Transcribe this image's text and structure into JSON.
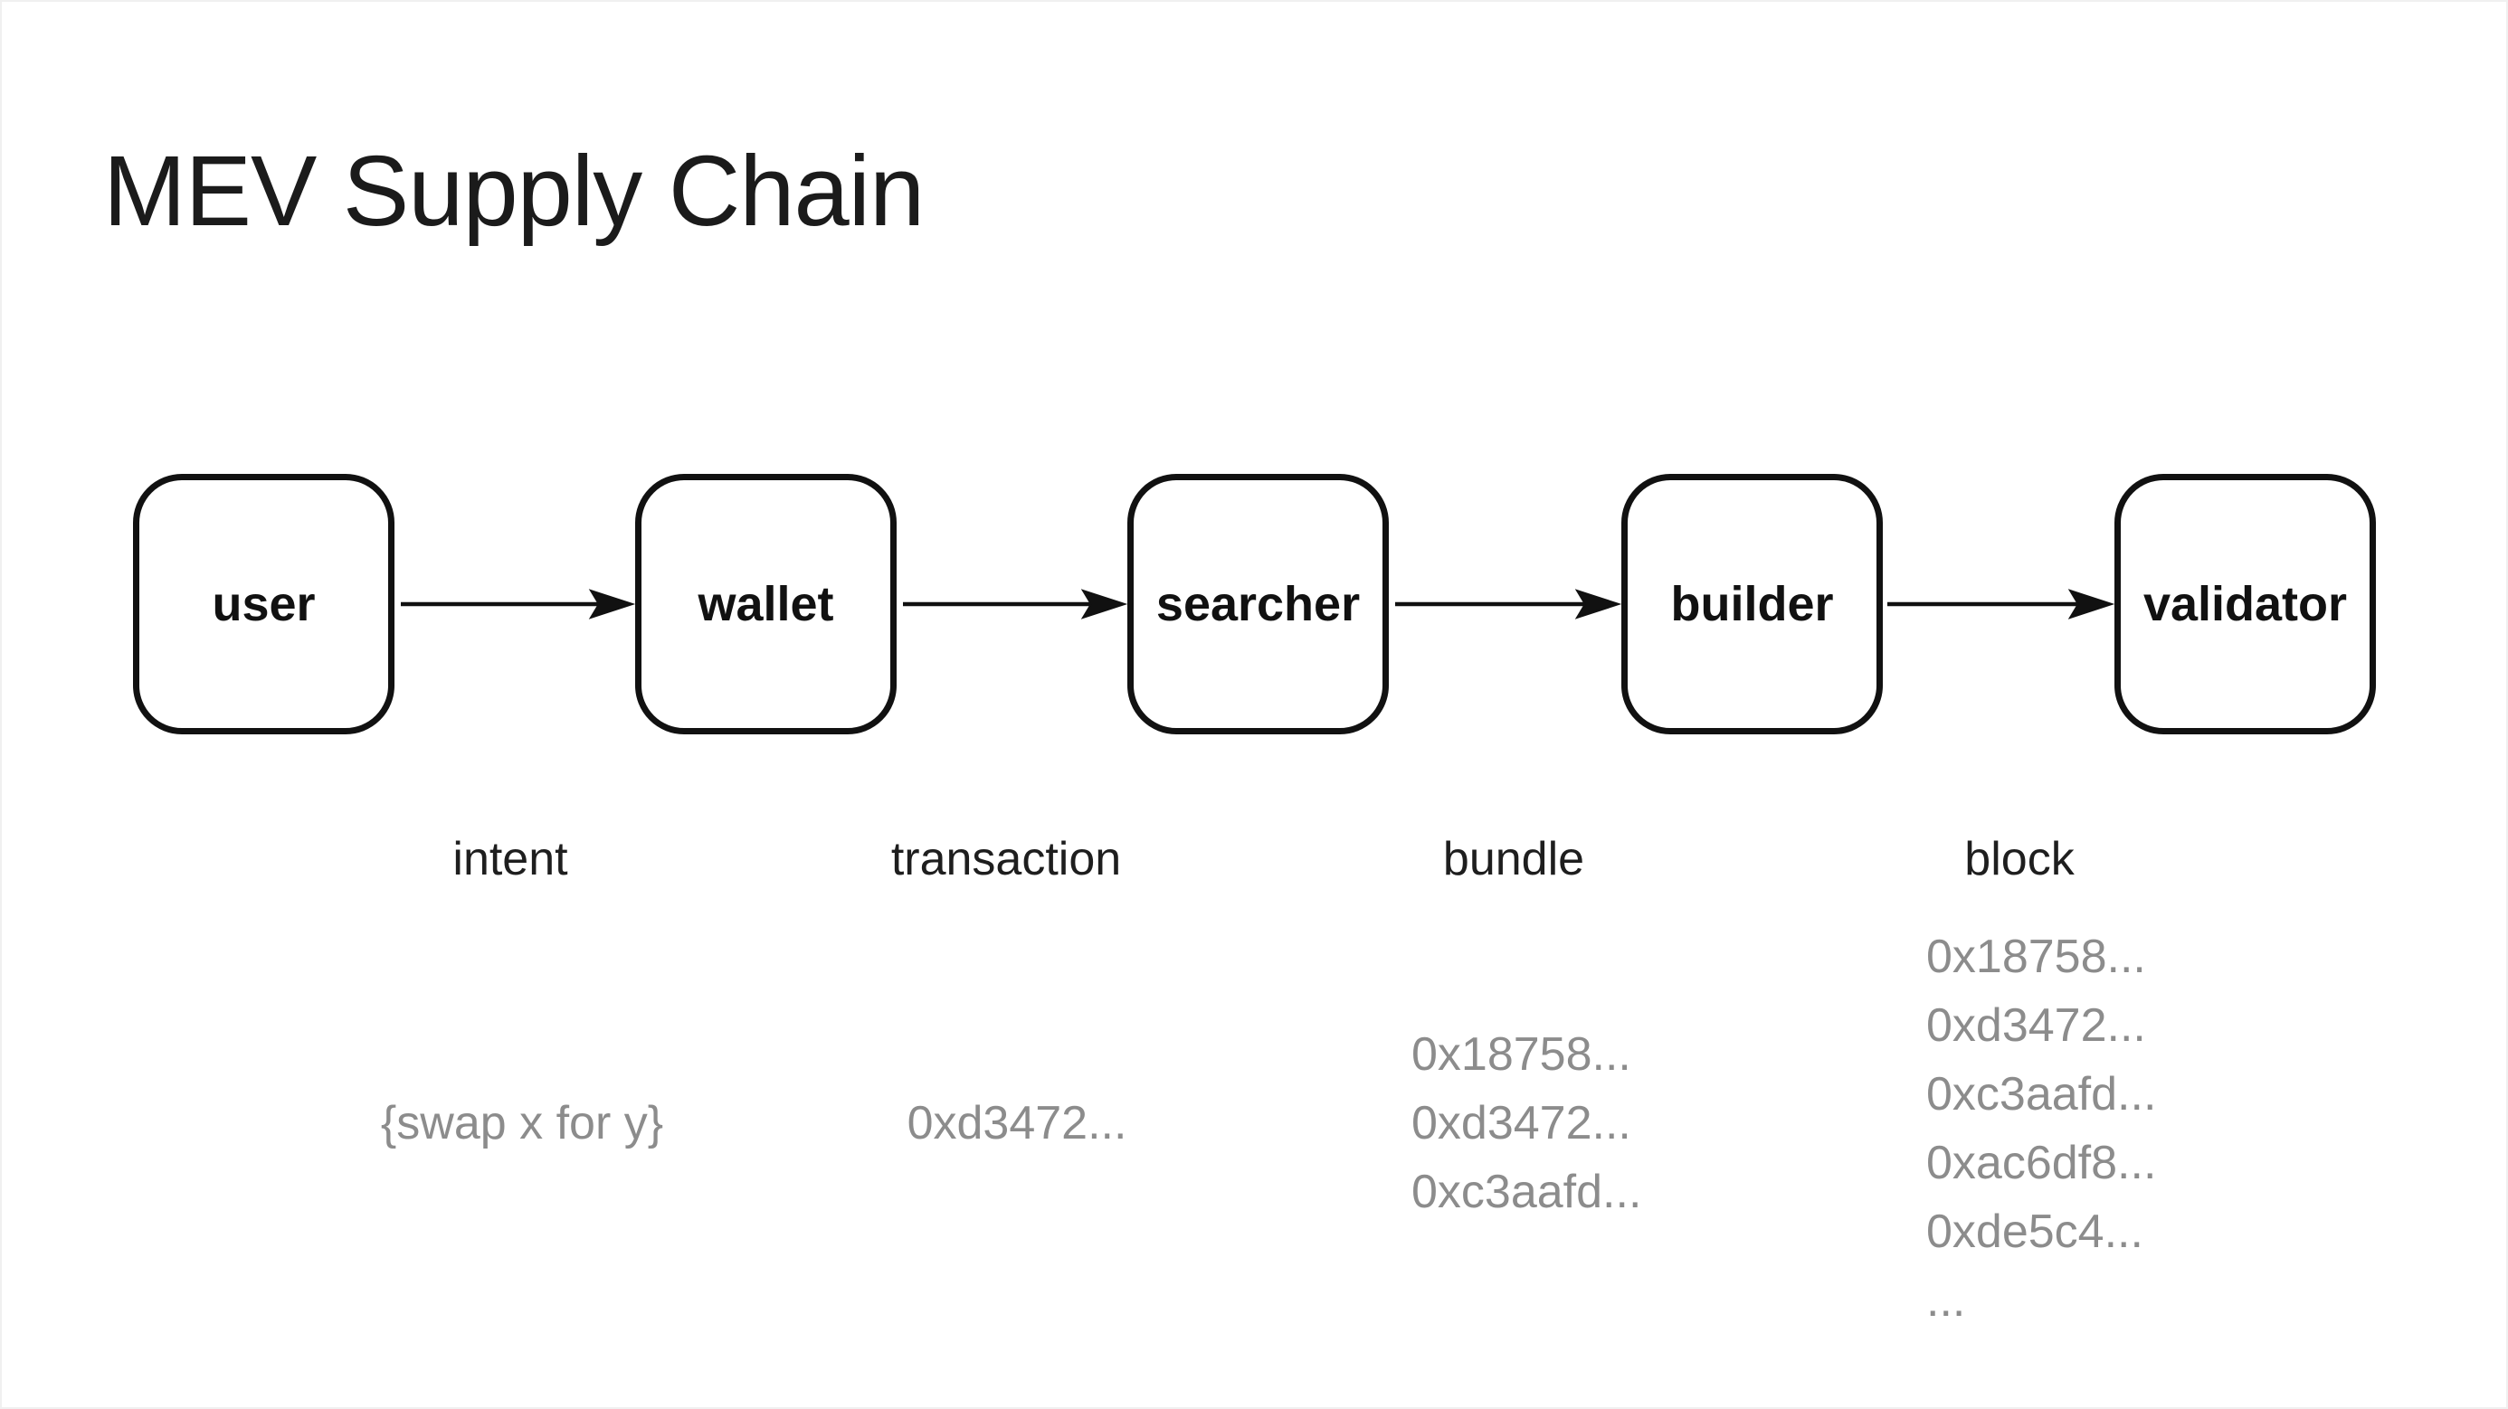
{
  "title": "MEV Supply Chain",
  "diagram": {
    "nodes": [
      {
        "id": "user",
        "label": "user"
      },
      {
        "id": "wallet",
        "label": "wallet"
      },
      {
        "id": "searcher",
        "label": "searcher"
      },
      {
        "id": "builder",
        "label": "builder"
      },
      {
        "id": "validator",
        "label": "validator"
      }
    ],
    "edges": [
      {
        "from": "user",
        "to": "wallet",
        "label": "intent",
        "values": [
          "{swap x for y}"
        ]
      },
      {
        "from": "wallet",
        "to": "searcher",
        "label": "transaction",
        "values": [
          "0xd3472..."
        ]
      },
      {
        "from": "searcher",
        "to": "builder",
        "label": "bundle",
        "values": [
          "0x18758...",
          "0xd3472...",
          "0xc3aafd..."
        ]
      },
      {
        "from": "builder",
        "to": "validator",
        "label": "block",
        "values": [
          "0x18758...",
          "0xd3472...",
          "0xc3aafd...",
          "0xac6df8...",
          "0xde5c4...",
          "..."
        ]
      }
    ],
    "colors": {
      "background": "#ffffff",
      "node_border": "#111111",
      "node_text": "#111111",
      "arrow": "#111111",
      "label_text": "#1e1e1e",
      "value_text": "#8c8c8c"
    }
  }
}
